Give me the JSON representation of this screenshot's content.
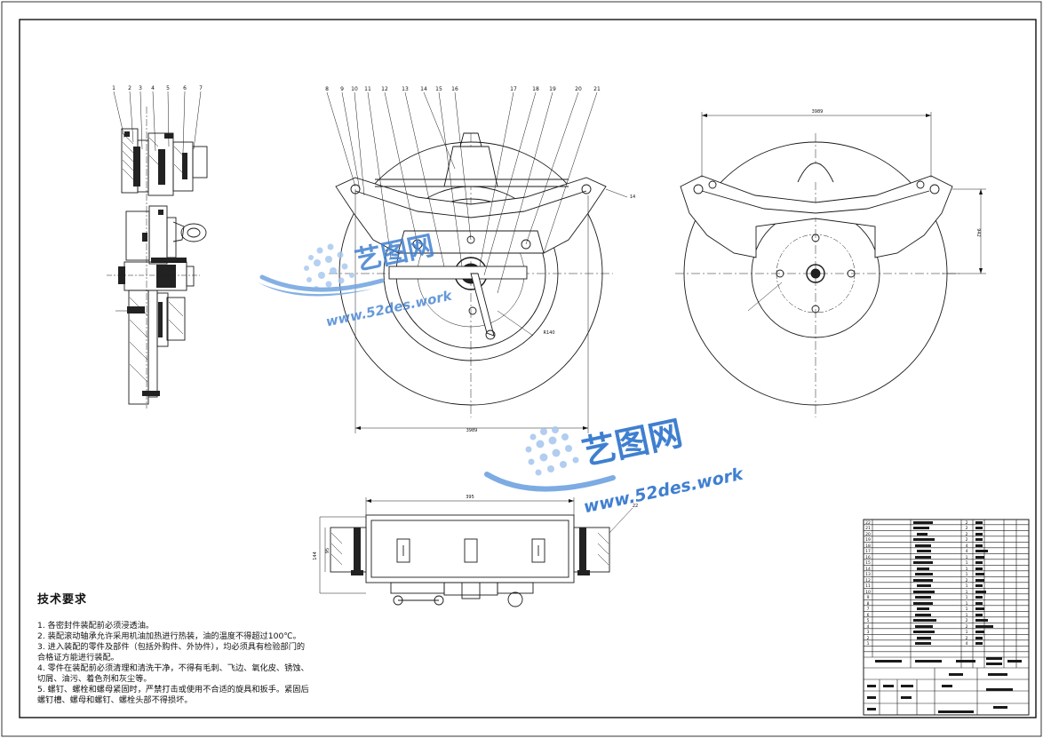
{
  "drawing": {
    "balloons": [
      "1",
      "2",
      "3",
      "4",
      "5",
      "6",
      "7",
      "8",
      "9",
      "10",
      "11",
      "12",
      "13",
      "14",
      "15",
      "16",
      "17",
      "18",
      "19",
      "20",
      "21"
    ],
    "dimensions": {
      "side_width": "3989",
      "front_width": "3989",
      "bottom_width": "395",
      "right_height": "942",
      "bottom_height": "144",
      "bottom_inner_height": "95",
      "radius_label": "R140"
    }
  },
  "watermark": {
    "brand": "艺图网",
    "url": "www.52des.work"
  },
  "notes": {
    "title": "技术要求",
    "lines": [
      "1. 各密封件装配前必须浸透油。",
      "2. 装配滚动轴承允许采用机油加热进行热装，油的温度不得超过100℃。",
      "3. 进入装配的零件及部件（包括外购件、外协件），均必须具有检验部门的",
      "合格证方能进行装配。",
      "4. 零件在装配前必须清理和清洗干净，不得有毛刺、飞边、氧化皮、锈蚀、",
      "切屑、油污、着色剂和灰尘等。",
      "5. 螺钉、螺栓和螺母紧固时，严禁打击或使用不合适的旋具和扳手。紧固后",
      "螺钉槽、螺母和螺钉、螺栓头部不得损坏。"
    ]
  },
  "bom": {
    "row_numbers": [
      "22",
      "21",
      "20",
      "19",
      "18",
      "17",
      "16",
      "15",
      "14",
      "13",
      "12",
      "11",
      "10",
      "9",
      "8",
      "7",
      "6",
      "5",
      "4",
      "3",
      "2",
      "1"
    ],
    "quantities": [
      "2",
      "2",
      "2",
      "2",
      "4",
      "4",
      "1",
      "1",
      "1",
      "1",
      "2",
      "1",
      "1",
      "1",
      "1",
      "1",
      "1",
      "2",
      "2",
      "1",
      "2",
      "4"
    ]
  },
  "colors": {
    "line": "#1a1a1a",
    "watermark_blue": "#3f7fd0",
    "watermark_light": "#a9c8ef"
  }
}
